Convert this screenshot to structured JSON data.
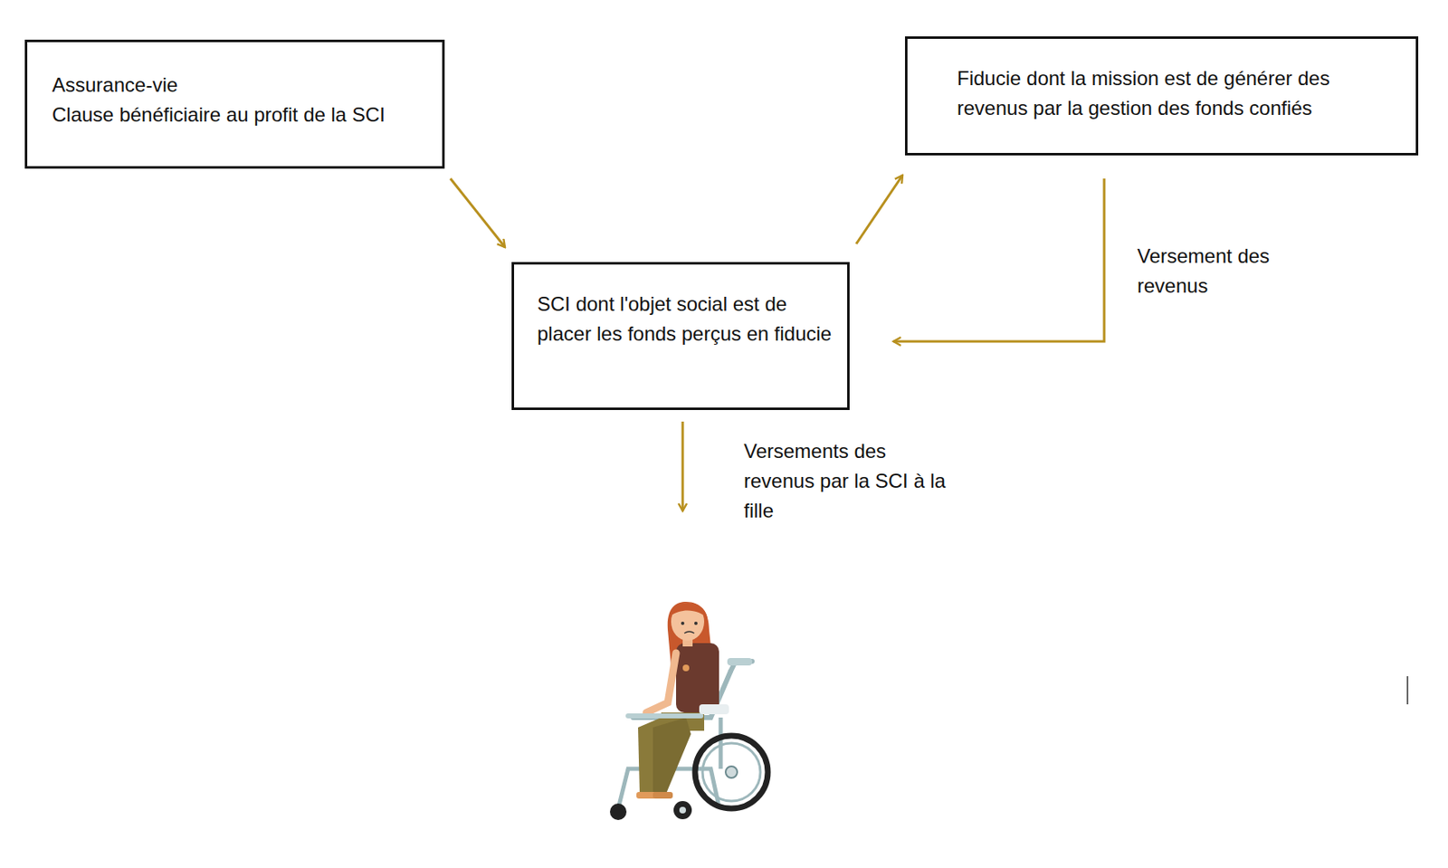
{
  "diagram": {
    "nodes": [
      {
        "text": [
          "Assurance-vie",
          "Clause bénéficiaire au profit de la SCI"
        ]
      },
      {
        "text": [
          "Fiducie dont la mission est de générer des revenus par la gestion des fonds confiés"
        ]
      },
      {
        "text": [
          "SCI dont l'objet social est de placer les fonds perçus en fiducie"
        ]
      }
    ],
    "edges": [
      {
        "from": 0,
        "to": 2,
        "arrow": "to"
      },
      {
        "from": 2,
        "to": 1,
        "arrow": "to"
      },
      {
        "from": 1,
        "to": 2,
        "label": "Versement des revenus",
        "arrow": "to"
      }
    ],
    "labels": [
      "Versements des revenus par la SCI à la fille"
    ]
  }
}
